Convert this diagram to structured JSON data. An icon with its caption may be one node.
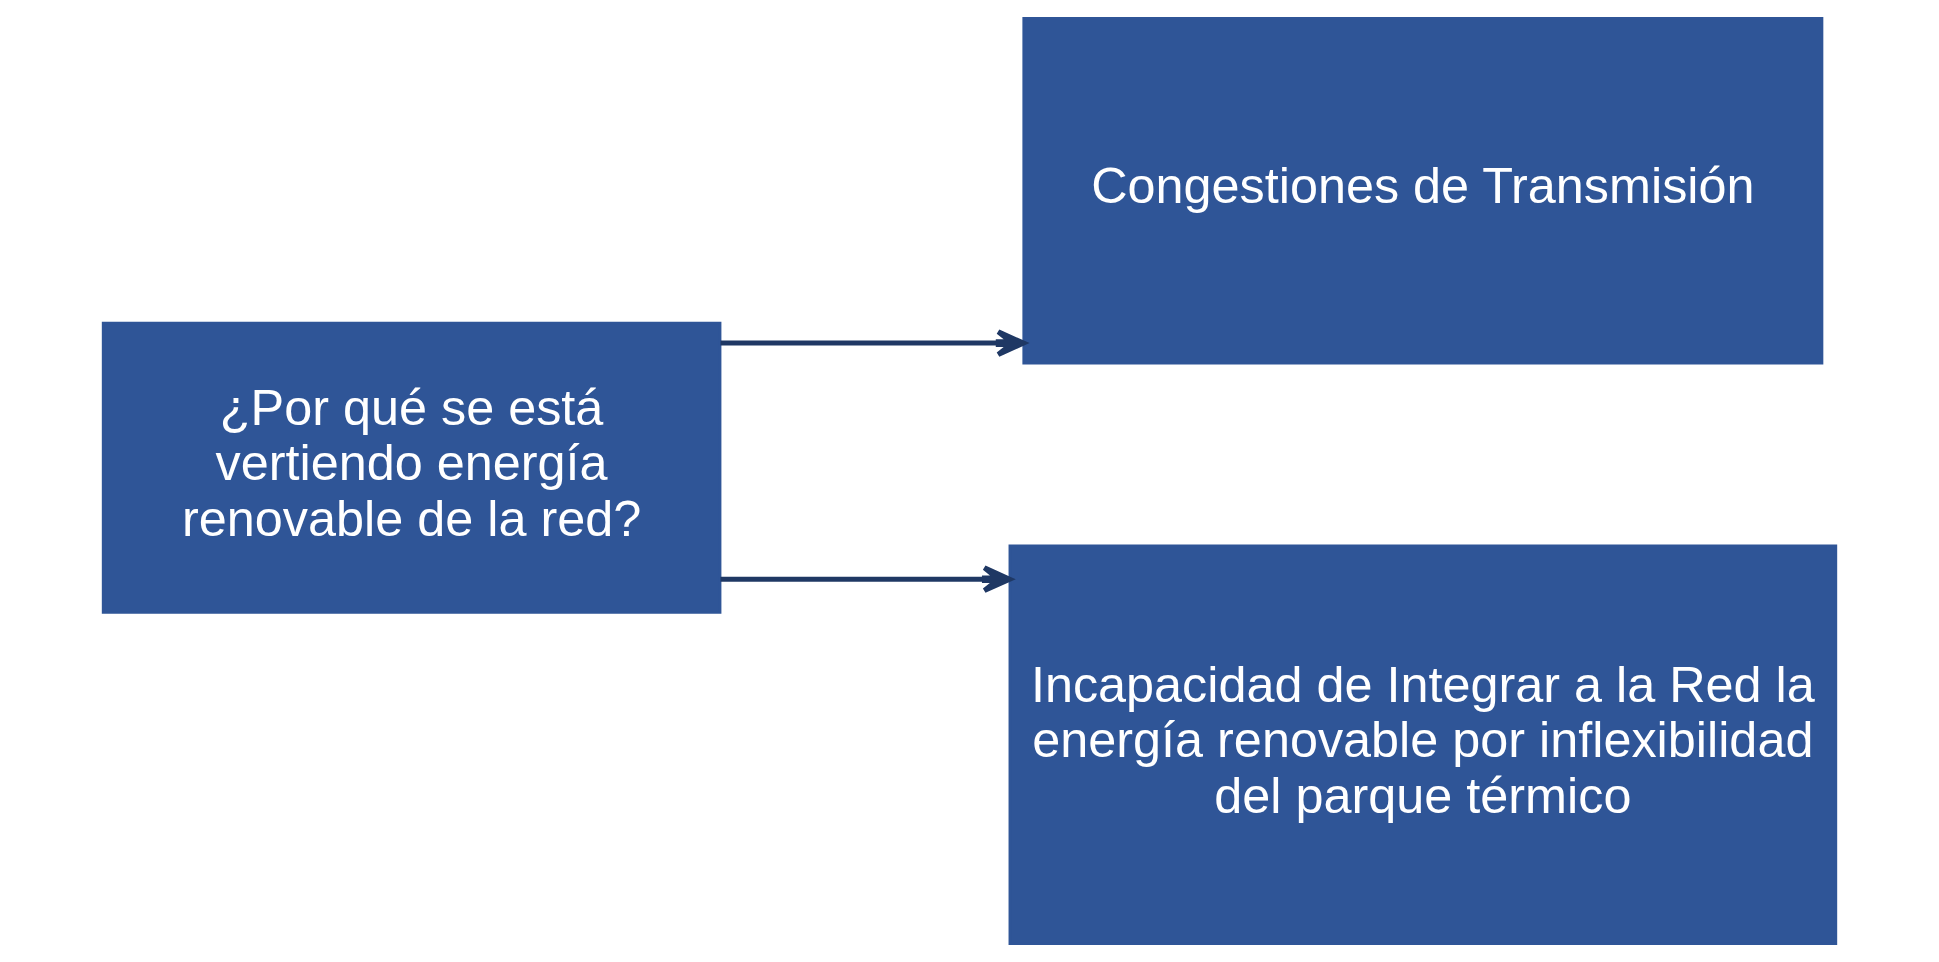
{
  "diagram": {
    "nodes": [
      {
        "text": [
          "¿Por qué se está vertiendo energía renovable de la red?"
        ]
      },
      {
        "text": [
          "Congestiones de Transmisión"
        ]
      },
      {
        "text": [
          "Incapacidad de Integrar a la Red la energía renovable por inflexibilidad del parque térmico"
        ]
      }
    ],
    "edges": [
      {
        "from": 0,
        "to": 1,
        "arrow": "to"
      },
      {
        "from": 0,
        "to": 2,
        "arrow": "to"
      }
    ]
  }
}
